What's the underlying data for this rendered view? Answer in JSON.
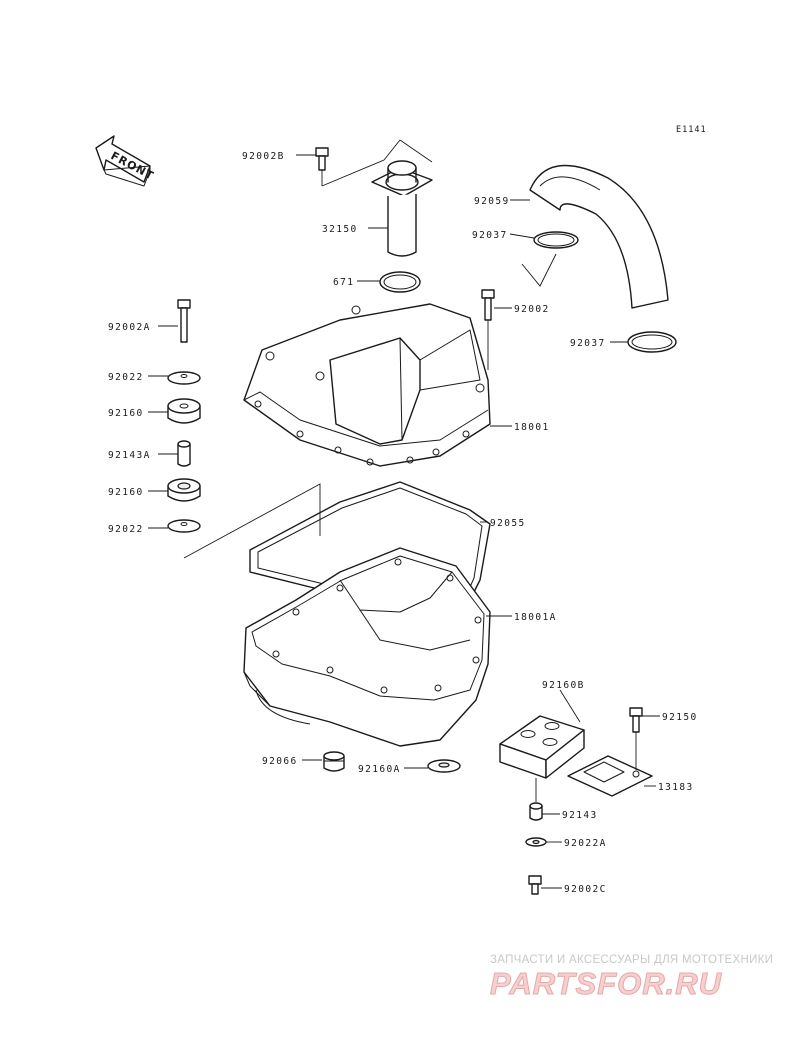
{
  "diagram": {
    "code": "E1141",
    "front_label": "FRONT",
    "parts": {
      "p92002B": "92002B",
      "p32150": "32150",
      "p671": "671",
      "p92059": "92059",
      "p92037_top": "92037",
      "p92002": "92002",
      "p92037_bottom": "92037",
      "p92002A": "92002A",
      "p92022_top": "92022",
      "p92160_top": "92160",
      "p92143A": "92143A",
      "p92160_bottom": "92160",
      "p92022_bottom": "92022",
      "p18001": "18001",
      "p92055": "92055",
      "p18001A": "18001A",
      "p92160B": "92160B",
      "p92150": "92150",
      "p92066": "92066",
      "p92160A": "92160A",
      "p13183": "13183",
      "p92143": "92143",
      "p92022A": "92022A",
      "p92002C": "92002C"
    }
  },
  "watermark": {
    "tagline": "ЗАПЧАСТИ И АКСЕССУАРЫ ДЛЯ МОТОТЕХНИКИ",
    "brand": "PARTSFOR.RU",
    "brand_color": "#e8a0a0"
  }
}
